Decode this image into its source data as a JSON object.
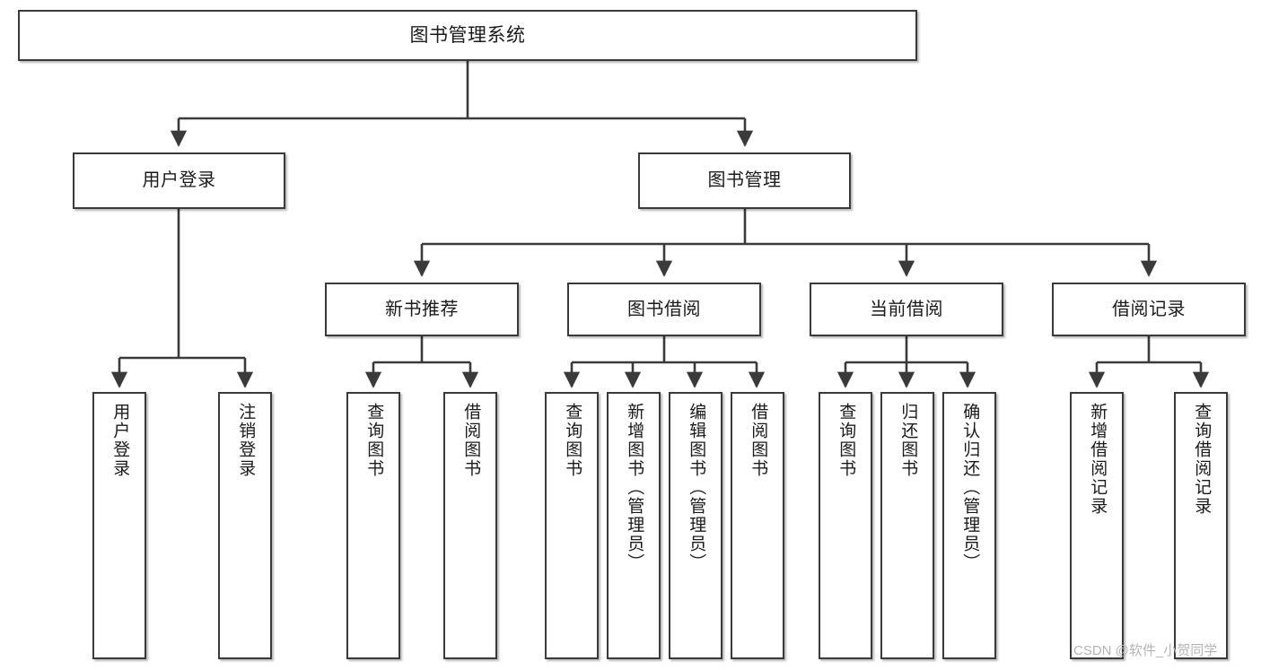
{
  "diagram": {
    "title": "图书管理系统",
    "type": "hierarchy-tree",
    "watermark": "CSDN @软件_小贺同学",
    "colors": {
      "box_border": "#3a3a3a",
      "box_fill": "#ffffff",
      "connector": "#3a3a3a",
      "text": "#1b1b1b",
      "watermark": "#b4b4b4"
    }
  },
  "nodes": {
    "root": {
      "label": "图书管理系统"
    },
    "level2": [
      {
        "label": "用户登录"
      },
      {
        "label": "图书管理"
      }
    ],
    "level3": [
      {
        "label": "新书推荐"
      },
      {
        "label": "图书借阅"
      },
      {
        "label": "当前借阅"
      },
      {
        "label": "借阅记录"
      }
    ],
    "leaves": [
      {
        "label": "用户登录",
        "parent": "用户登录"
      },
      {
        "label": "注销登录",
        "parent": "用户登录"
      },
      {
        "label": "查询图书",
        "parent": "新书推荐"
      },
      {
        "label": "借阅图书",
        "parent": "新书推荐"
      },
      {
        "label": "查询图书",
        "parent": "图书借阅"
      },
      {
        "label": "新增图书（管理员）",
        "parent": "图书借阅"
      },
      {
        "label": "编辑图书（管理员）",
        "parent": "图书借阅"
      },
      {
        "label": "借阅图书",
        "parent": "图书借阅"
      },
      {
        "label": "查询图书",
        "parent": "当前借阅"
      },
      {
        "label": "归还图书",
        "parent": "当前借阅"
      },
      {
        "label": "确认归还（管理员）",
        "parent": "当前借阅"
      },
      {
        "label": "新增借阅记录",
        "parent": "借阅记录"
      },
      {
        "label": "查询借阅记录",
        "parent": "借阅记录"
      }
    ]
  }
}
